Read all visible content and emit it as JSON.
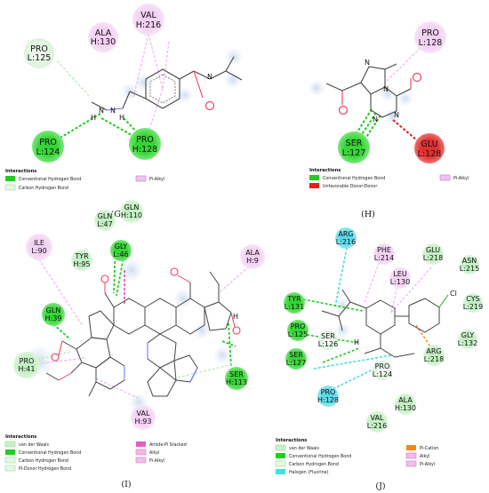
{
  "panels": {
    "G": {
      "label": "(G)",
      "residues": [
        "PRO L:125",
        "ALA H:130",
        "VAL H:216",
        "PRO L:124",
        "PRO H:128"
      ],
      "atoms": {
        "h1": "H",
        "h2": "H",
        "n1": "N",
        "n2": "N"
      },
      "legend": {
        "title": "Interactions",
        "items": [
          "Conventional Hydrogen Bond",
          "Carbon Hydrogen Bond",
          "Pi-Alkyl"
        ]
      }
    },
    "H": {
      "label": "(H)",
      "residues": [
        "PRO L:128",
        "SER L:127",
        "GLU L:128"
      ],
      "legend": {
        "title": "Interactions",
        "items": [
          "Conventional Hydrogen Bond",
          "Unfavorable Donor-Donor",
          "Pi-Alkyl"
        ]
      }
    },
    "I": {
      "label": "(I)",
      "residues": [
        "GLN L:47",
        "GLN H:110",
        "ALA H:9",
        "ILE L:90",
        "GLY L:46",
        "TYR H:95",
        "GLN H:39",
        "SER H:113",
        "PRO H:41",
        "VAL H:93"
      ],
      "atoms": {
        "h1": "H"
      },
      "legend": {
        "title": "Interactions",
        "items": [
          "van der Waals",
          "Conventional Hydrogen Bond",
          "Carbon Hydrogen Bond",
          "Pi-Donor Hydrogen Bond",
          "Amide-Pi Stacked",
          "Alkyl",
          "Pi-Alkyl"
        ]
      }
    },
    "J": {
      "label": "(J)",
      "residues": [
        "ARG L:216",
        "PHE L:214",
        "GLU L:218",
        "ASN L:215",
        "LEU L:130",
        "TYR L:131",
        "CYS L:219",
        "PRO L:125",
        "SER L:126",
        "GLY L:132",
        "SER L:127",
        "ARG L:218",
        "PRO L:124",
        "PRO H:128",
        "ALA H:130",
        "VAL L:216"
      ],
      "atoms": {
        "h1": "H",
        "cl": "Cl"
      },
      "legend": {
        "title": "Interactions",
        "items": [
          "van der Waals",
          "Conventional Hydrogen Bond",
          "Carbon Hydrogen Bond",
          "Halogen (Fluorine)",
          "Pi-Cation",
          "Alkyl",
          "Pi-Alkyl"
        ]
      }
    }
  },
  "colors": {
    "vdw": "#c8f0c8",
    "hbond": "#22cc22",
    "carbon_h": "#e6f7e6",
    "pi_alkyl": "#f0c0f0",
    "unfavorable": "#e02020",
    "halogen": "#40e0e0",
    "pi_cation": "#f08a1e",
    "alkyl": "#f5b8e8",
    "amide_pi": "#e060c0"
  }
}
